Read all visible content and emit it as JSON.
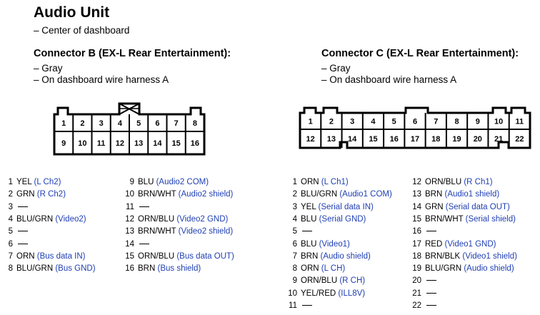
{
  "header": {
    "title": "Audio Unit",
    "location": "– Center of dashboard"
  },
  "connector_b": {
    "title": "Connector B (EX-L Rear Entertainment):",
    "notes": [
      "– Gray",
      "– On dashboard wire harness A"
    ],
    "top_row": [
      "1",
      "2",
      "3",
      "4",
      "5",
      "6",
      "7",
      "8"
    ],
    "bottom_row": [
      "9",
      "10",
      "11",
      "12",
      "13",
      "14",
      "15",
      "16"
    ],
    "pins_left": [
      {
        "n": "1",
        "wire": "YEL",
        "desc": "(L Ch2)"
      },
      {
        "n": "2",
        "wire": "GRN",
        "desc": "(R Ch2)"
      },
      {
        "n": "3",
        "wire": "",
        "desc": ""
      },
      {
        "n": "4",
        "wire": "BLU/GRN",
        "desc": "(Video2)"
      },
      {
        "n": "5",
        "wire": "",
        "desc": ""
      },
      {
        "n": "6",
        "wire": "",
        "desc": ""
      },
      {
        "n": "7",
        "wire": "ORN",
        "desc": "(Bus data IN)"
      },
      {
        "n": "8",
        "wire": "BLU/GRN",
        "desc": "(Bus GND)"
      }
    ],
    "pins_right": [
      {
        "n": "9",
        "wire": "BLU",
        "desc": "(Audio2 COM)"
      },
      {
        "n": "10",
        "wire": "BRN/WHT",
        "desc": "(Audio2 shield)"
      },
      {
        "n": "11",
        "wire": "",
        "desc": ""
      },
      {
        "n": "12",
        "wire": "ORN/BLU",
        "desc": "(Video2 GND)"
      },
      {
        "n": "13",
        "wire": "BRN/WHT",
        "desc": "(Video2 shield)"
      },
      {
        "n": "14",
        "wire": "",
        "desc": ""
      },
      {
        "n": "15",
        "wire": "ORN/BLU",
        "desc": "(Bus data OUT)"
      },
      {
        "n": "16",
        "wire": "BRN",
        "desc": "(Bus shield)"
      }
    ]
  },
  "connector_c": {
    "title": "Connector C (EX-L Rear Entertainment):",
    "notes": [
      "– Gray",
      "– On dashboard wire harness A"
    ],
    "top_row": [
      "1",
      "2",
      "3",
      "4",
      "5",
      "6",
      "7",
      "8",
      "9",
      "10",
      "11"
    ],
    "bottom_row": [
      "12",
      "13",
      "14",
      "15",
      "16",
      "17",
      "18",
      "19",
      "20",
      "21",
      "22"
    ],
    "pins_left": [
      {
        "n": "1",
        "wire": "ORN",
        "desc": "(L Ch1)"
      },
      {
        "n": "2",
        "wire": "BLU/GRN",
        "desc": "(Audio1 COM)"
      },
      {
        "n": "3",
        "wire": "YEL",
        "desc": "(Serial data IN)"
      },
      {
        "n": "4",
        "wire": "BLU",
        "desc": "(Serial GND)"
      },
      {
        "n": "5",
        "wire": "",
        "desc": ""
      },
      {
        "n": "6",
        "wire": "BLU",
        "desc": "(Video1)"
      },
      {
        "n": "7",
        "wire": "BRN",
        "desc": "(Audio shield)"
      },
      {
        "n": "8",
        "wire": "ORN",
        "desc": "(L CH)"
      },
      {
        "n": "9",
        "wire": "ORN/BLU",
        "desc": "(R CH)"
      },
      {
        "n": "10",
        "wire": "YEL/RED",
        "desc": "(ILL8V)"
      },
      {
        "n": "11",
        "wire": "",
        "desc": ""
      }
    ],
    "pins_right": [
      {
        "n": "12",
        "wire": "ORN/BLU",
        "desc": "(R Ch1)"
      },
      {
        "n": "13",
        "wire": "BRN",
        "desc": "(Audio1 shield)"
      },
      {
        "n": "14",
        "wire": "GRN",
        "desc": "(Serial data OUT)"
      },
      {
        "n": "15",
        "wire": "BRN/WHT",
        "desc": "(Serial shield)"
      },
      {
        "n": "16",
        "wire": "",
        "desc": ""
      },
      {
        "n": "17",
        "wire": "RED",
        "desc": "(Video1 GND)"
      },
      {
        "n": "18",
        "wire": "BRN/BLK",
        "desc": "(Video1 shield)"
      },
      {
        "n": "19",
        "wire": "BLU/GRN",
        "desc": "(Audio shield)"
      },
      {
        "n": "20",
        "wire": "",
        "desc": ""
      },
      {
        "n": "21",
        "wire": "",
        "desc": ""
      },
      {
        "n": "22",
        "wire": "",
        "desc": ""
      }
    ]
  }
}
